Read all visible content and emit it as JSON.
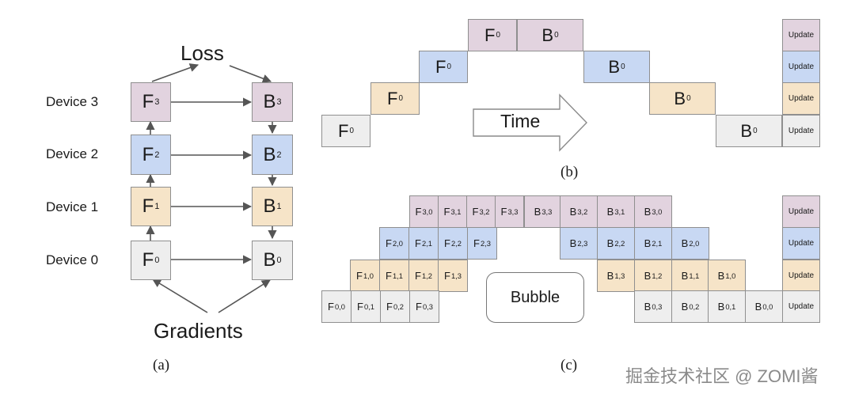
{
  "panel_a": {
    "devices": [
      "Device 3",
      "Device 2",
      "Device 1",
      "Device 0"
    ],
    "forward": [
      {
        "base": "F",
        "sub": "3"
      },
      {
        "base": "F",
        "sub": "2"
      },
      {
        "base": "F",
        "sub": "1"
      },
      {
        "base": "F",
        "sub": "0"
      }
    ],
    "backward": [
      {
        "base": "B",
        "sub": "3"
      },
      {
        "base": "B",
        "sub": "2"
      },
      {
        "base": "B",
        "sub": "1"
      },
      {
        "base": "B",
        "sub": "0"
      }
    ],
    "loss_label": "Loss",
    "gradients_label": "Gradients",
    "caption": "(a)"
  },
  "panel_b": {
    "time_label": "Time",
    "update_label": "Update",
    "caption": "(b)",
    "forward": [
      {
        "base": "F",
        "sub": "0"
      },
      {
        "base": "F",
        "sub": "0"
      },
      {
        "base": "F",
        "sub": "0"
      },
      {
        "base": "F",
        "sub": "0"
      }
    ],
    "backward": [
      {
        "base": "B",
        "sub": "0"
      },
      {
        "base": "B",
        "sub": "0"
      },
      {
        "base": "B",
        "sub": "0"
      },
      {
        "base": "B",
        "sub": "0"
      }
    ],
    "updates": [
      "Update",
      "Update",
      "Update",
      "Update"
    ]
  },
  "panel_c": {
    "bubble_label": "Bubble",
    "caption": "(c)",
    "rows": [
      {
        "forward": [
          "3,0",
          "3,1",
          "3,2",
          "3,3"
        ],
        "backward": [
          "3,3",
          "3,2",
          "3,1",
          "3,0"
        ],
        "update": "Update"
      },
      {
        "forward": [
          "2,0",
          "2,1",
          "2,2",
          "2,3"
        ],
        "backward": [
          "2,3",
          "2,2",
          "2,1",
          "2,0"
        ],
        "update": "Update"
      },
      {
        "forward": [
          "1,0",
          "1,1",
          "1,2",
          "1,3"
        ],
        "backward": [
          "1,3",
          "1,2",
          "1,1",
          "1,0"
        ],
        "update": "Update"
      },
      {
        "forward": [
          "0,0",
          "0,1",
          "0,2",
          "0,3"
        ],
        "backward": [
          "0,3",
          "0,2",
          "0,1",
          "0,0"
        ],
        "update": "Update"
      }
    ]
  },
  "watermark": "掘金技术社区 @ ZOMI酱",
  "colors": {
    "device3": "#e2d3df",
    "device2": "#c8d8f3",
    "device1": "#f6e4c8",
    "device0": "#eeeeee",
    "border": "#8f8f8f",
    "arrow": "#555555"
  }
}
